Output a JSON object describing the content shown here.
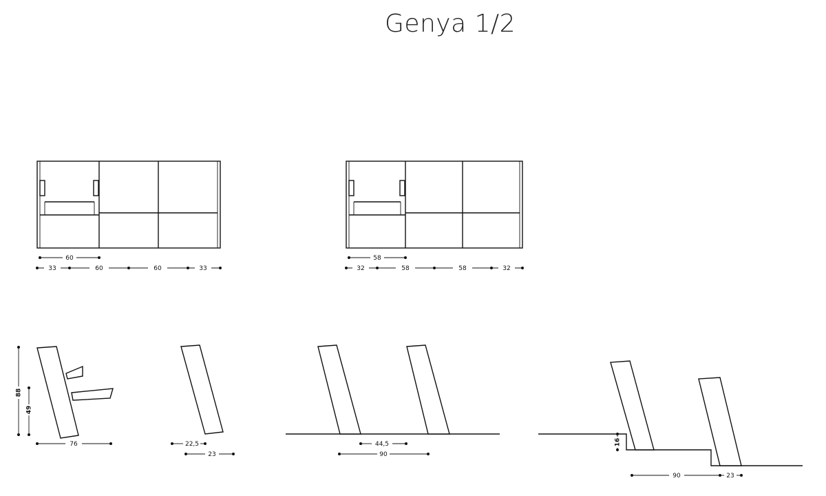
{
  "title": "Genya 1/2",
  "dimensions": {
    "sofa_a": {
      "module": "60",
      "row": [
        "33",
        "60",
        "60",
        "33"
      ]
    },
    "sofa_b": {
      "module": "58",
      "row": [
        "32",
        "58",
        "58",
        "32"
      ]
    },
    "side_armchair": {
      "height": "88",
      "seat": "49",
      "depth": "76"
    },
    "side_back": {
      "top": "22,5",
      "bottom": "23"
    },
    "side_double": {
      "inner": "44,5",
      "outer": "90"
    },
    "side_step": {
      "step": "16",
      "depth": "90",
      "back": "23"
    }
  }
}
